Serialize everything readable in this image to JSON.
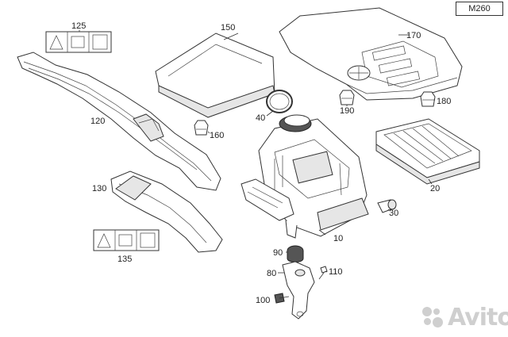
{
  "model_code": "M260",
  "labels": {
    "p10": "10",
    "p20": "20",
    "p30": "30",
    "p40": "40",
    "p80": "80",
    "p90": "90",
    "p100": "100",
    "p110": "110",
    "p120": "120",
    "p125": "125",
    "p130": "130",
    "p135": "135",
    "p150": "150",
    "p160": "160",
    "p170": "170",
    "p180": "180",
    "p190": "190"
  },
  "watermark": "Avito",
  "colors": {
    "line": "#333333",
    "fill": "#ffffff",
    "shade": "#e6e6e6"
  }
}
